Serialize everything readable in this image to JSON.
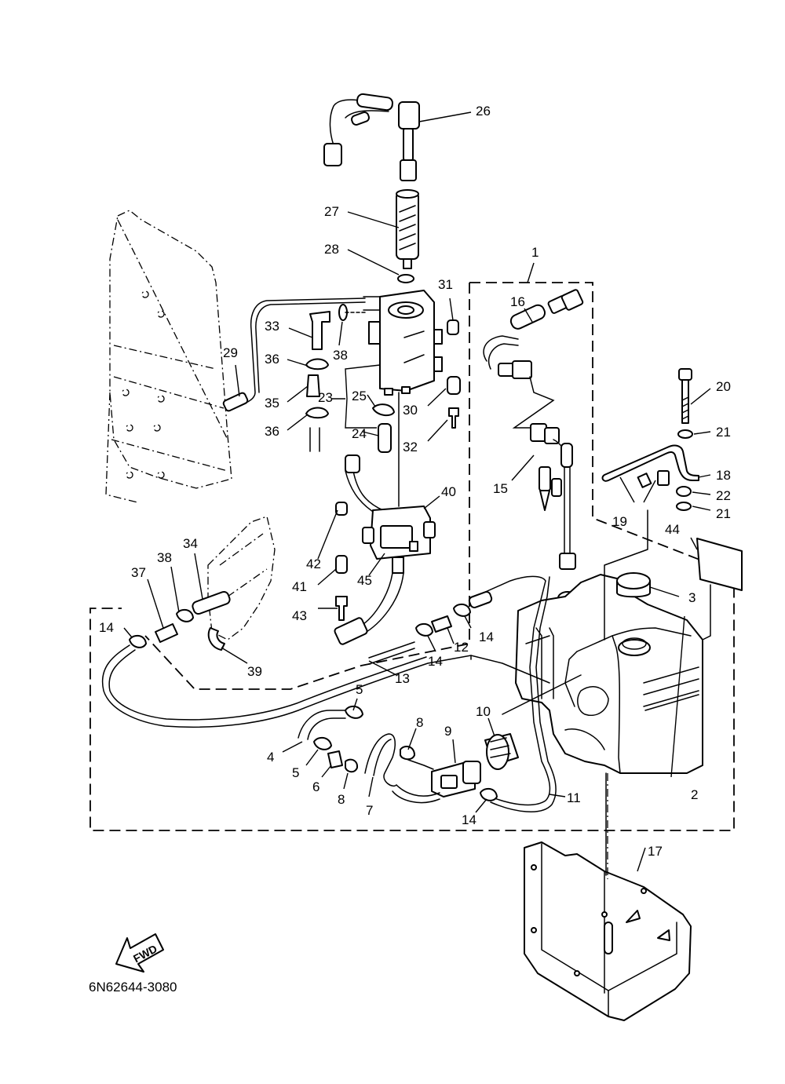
{
  "drawing_code": "6N62644-3080",
  "fwd_label": "FWD",
  "callouts": [
    {
      "id": "c1",
      "label": "1"
    },
    {
      "id": "c2",
      "label": "2"
    },
    {
      "id": "c3",
      "label": "3"
    },
    {
      "id": "c4",
      "label": "4"
    },
    {
      "id": "c5a",
      "label": "5"
    },
    {
      "id": "c5b",
      "label": "5"
    },
    {
      "id": "c6",
      "label": "6"
    },
    {
      "id": "c7",
      "label": "7"
    },
    {
      "id": "c8a",
      "label": "8"
    },
    {
      "id": "c8b",
      "label": "8"
    },
    {
      "id": "c9",
      "label": "9"
    },
    {
      "id": "c10",
      "label": "10"
    },
    {
      "id": "c11",
      "label": "11"
    },
    {
      "id": "c12",
      "label": "12"
    },
    {
      "id": "c13",
      "label": "13"
    },
    {
      "id": "c14a",
      "label": "14"
    },
    {
      "id": "c14b",
      "label": "14"
    },
    {
      "id": "c14c",
      "label": "14"
    },
    {
      "id": "c14d",
      "label": "14"
    },
    {
      "id": "c15",
      "label": "15"
    },
    {
      "id": "c16",
      "label": "16"
    },
    {
      "id": "c17",
      "label": "17"
    },
    {
      "id": "c18",
      "label": "18"
    },
    {
      "id": "c19",
      "label": "19"
    },
    {
      "id": "c20",
      "label": "20"
    },
    {
      "id": "c21a",
      "label": "21"
    },
    {
      "id": "c21b",
      "label": "21"
    },
    {
      "id": "c22",
      "label": "22"
    },
    {
      "id": "c23",
      "label": "23"
    },
    {
      "id": "c24",
      "label": "24"
    },
    {
      "id": "c25",
      "label": "25"
    },
    {
      "id": "c26",
      "label": "26"
    },
    {
      "id": "c27",
      "label": "27"
    },
    {
      "id": "c28",
      "label": "28"
    },
    {
      "id": "c29",
      "label": "29"
    },
    {
      "id": "c30",
      "label": "30"
    },
    {
      "id": "c31",
      "label": "31"
    },
    {
      "id": "c32",
      "label": "32"
    },
    {
      "id": "c33",
      "label": "33"
    },
    {
      "id": "c34",
      "label": "34"
    },
    {
      "id": "c35",
      "label": "35"
    },
    {
      "id": "c36a",
      "label": "36"
    },
    {
      "id": "c36b",
      "label": "36"
    },
    {
      "id": "c37",
      "label": "37"
    },
    {
      "id": "c38a",
      "label": "38"
    },
    {
      "id": "c38b",
      "label": "38"
    },
    {
      "id": "c39",
      "label": "39"
    },
    {
      "id": "c40",
      "label": "40"
    },
    {
      "id": "c41",
      "label": "41"
    },
    {
      "id": "c42",
      "label": "42"
    },
    {
      "id": "c43",
      "label": "43"
    },
    {
      "id": "c44",
      "label": "44"
    },
    {
      "id": "c45",
      "label": "45"
    }
  ]
}
